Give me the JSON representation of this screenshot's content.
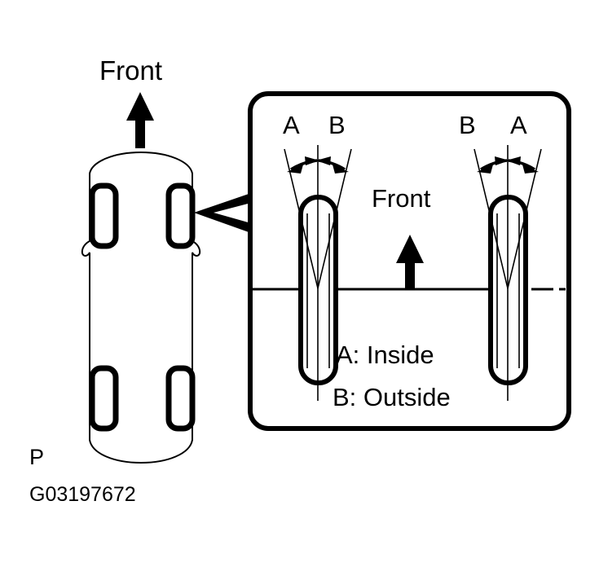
{
  "diagram": {
    "title_front_outer": "Front",
    "title_front_inner": "Front",
    "legend": {
      "inside": "A: Inside",
      "outside": "B: Outside"
    },
    "wheel_labels": {
      "left_wheel": {
        "inner": "A",
        "outer": "B"
      },
      "right_wheel": {
        "inner": "A",
        "outer": "B"
      }
    },
    "left_wheel_marks": {
      "left": "A",
      "right": "B"
    },
    "right_wheel_marks": {
      "left": "B",
      "right": "A"
    },
    "caption_letter": "P",
    "caption_code": "G03197672",
    "colors": {
      "ink": "#000000",
      "background": "#ffffff"
    }
  }
}
